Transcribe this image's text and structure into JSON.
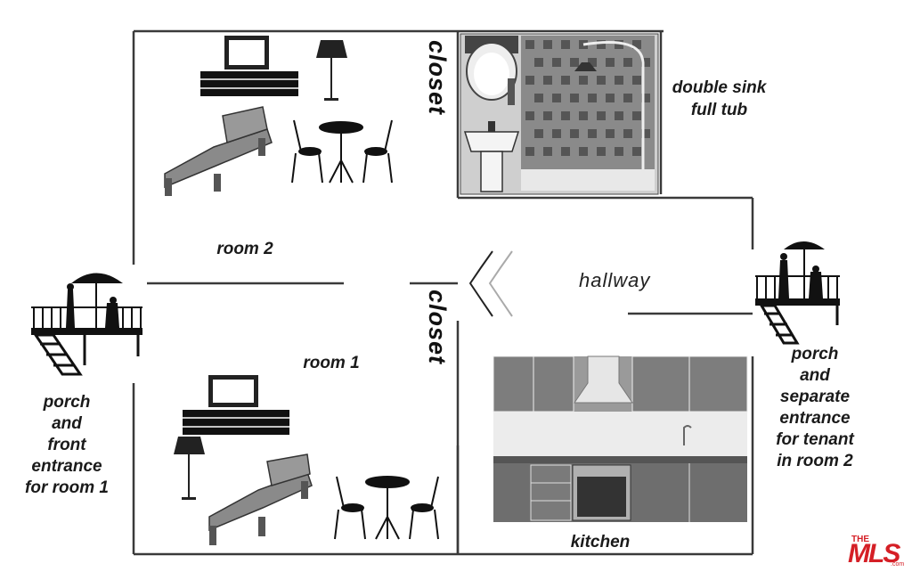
{
  "labels": {
    "room2": "room 2",
    "room1": "room 1",
    "closet_top": "closet",
    "closet_mid": "closet",
    "bathroom": "double sink\nfull tub",
    "hallway": "hallway",
    "kitchen": "kitchen",
    "porch_left": "porch\nand\nfront\nentrance\nfor room 1",
    "porch_right": "porch\nand\nseparate\nentrance\nfor tenant\nin room 2"
  },
  "logo": {
    "the": "THE",
    "mls": "MLS",
    "com": ".com"
  },
  "colors": {
    "wall": "#3a3a3a",
    "logo": "#d51f26"
  },
  "icons": [
    "tv-icon",
    "lamp-icon",
    "lounge-chair-icon",
    "bistro-table-icon",
    "porch-umbrella-icon",
    "bathroom-icon",
    "kitchen-icon",
    "door-swing-icon"
  ]
}
